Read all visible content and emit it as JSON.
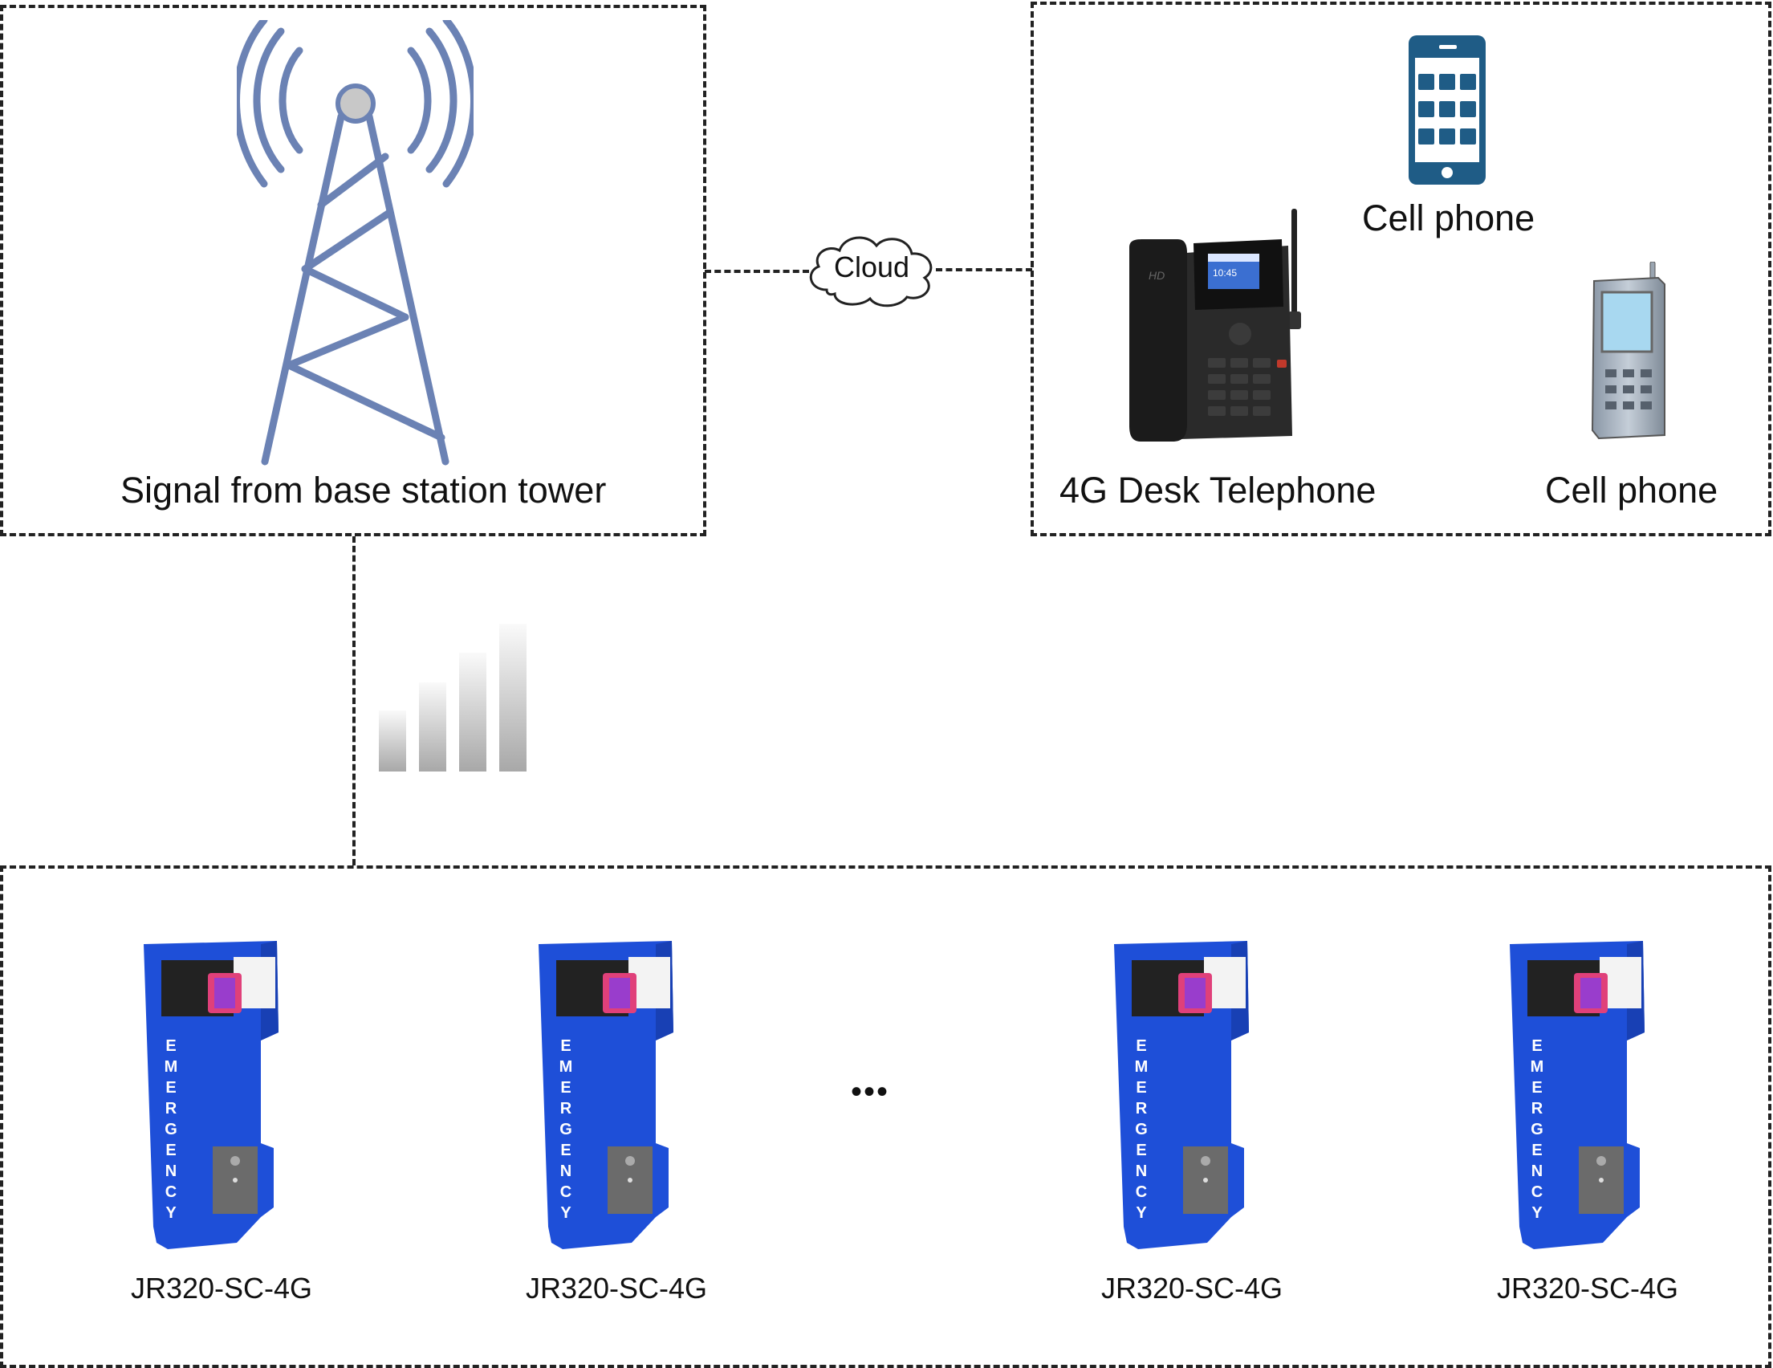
{
  "tower_box": {
    "label": "Signal from base station tower",
    "icon": "cell-tower-icon"
  },
  "link": {
    "cloud_label": "Cloud"
  },
  "receivers_box": {
    "desk_phone_label": "4G Desk Telephone",
    "smartphone_label": "Cell phone",
    "feature_phone_label": "Cell phone",
    "desk_phone_screen_text": "10:45",
    "desk_phone_brand_text": "HD"
  },
  "signal": {
    "icon": "signal-strength-icon",
    "bars": 4
  },
  "devices_box": {
    "devices": [
      {
        "label": "JR320-SC-4G",
        "panel_text": "EMERGENCY"
      },
      {
        "label": "JR320-SC-4G",
        "panel_text": "EMERGENCY"
      },
      {
        "label": "JR320-SC-4G",
        "panel_text": "EMERGENCY"
      },
      {
        "label": "JR320-SC-4G",
        "panel_text": "EMERGENCY"
      }
    ],
    "ellipsis": "•••"
  },
  "colors": {
    "tower": "#6b82b4",
    "smartphone": "#1f5c86",
    "device_blue": "#1e4fd8",
    "line": "#222222"
  }
}
